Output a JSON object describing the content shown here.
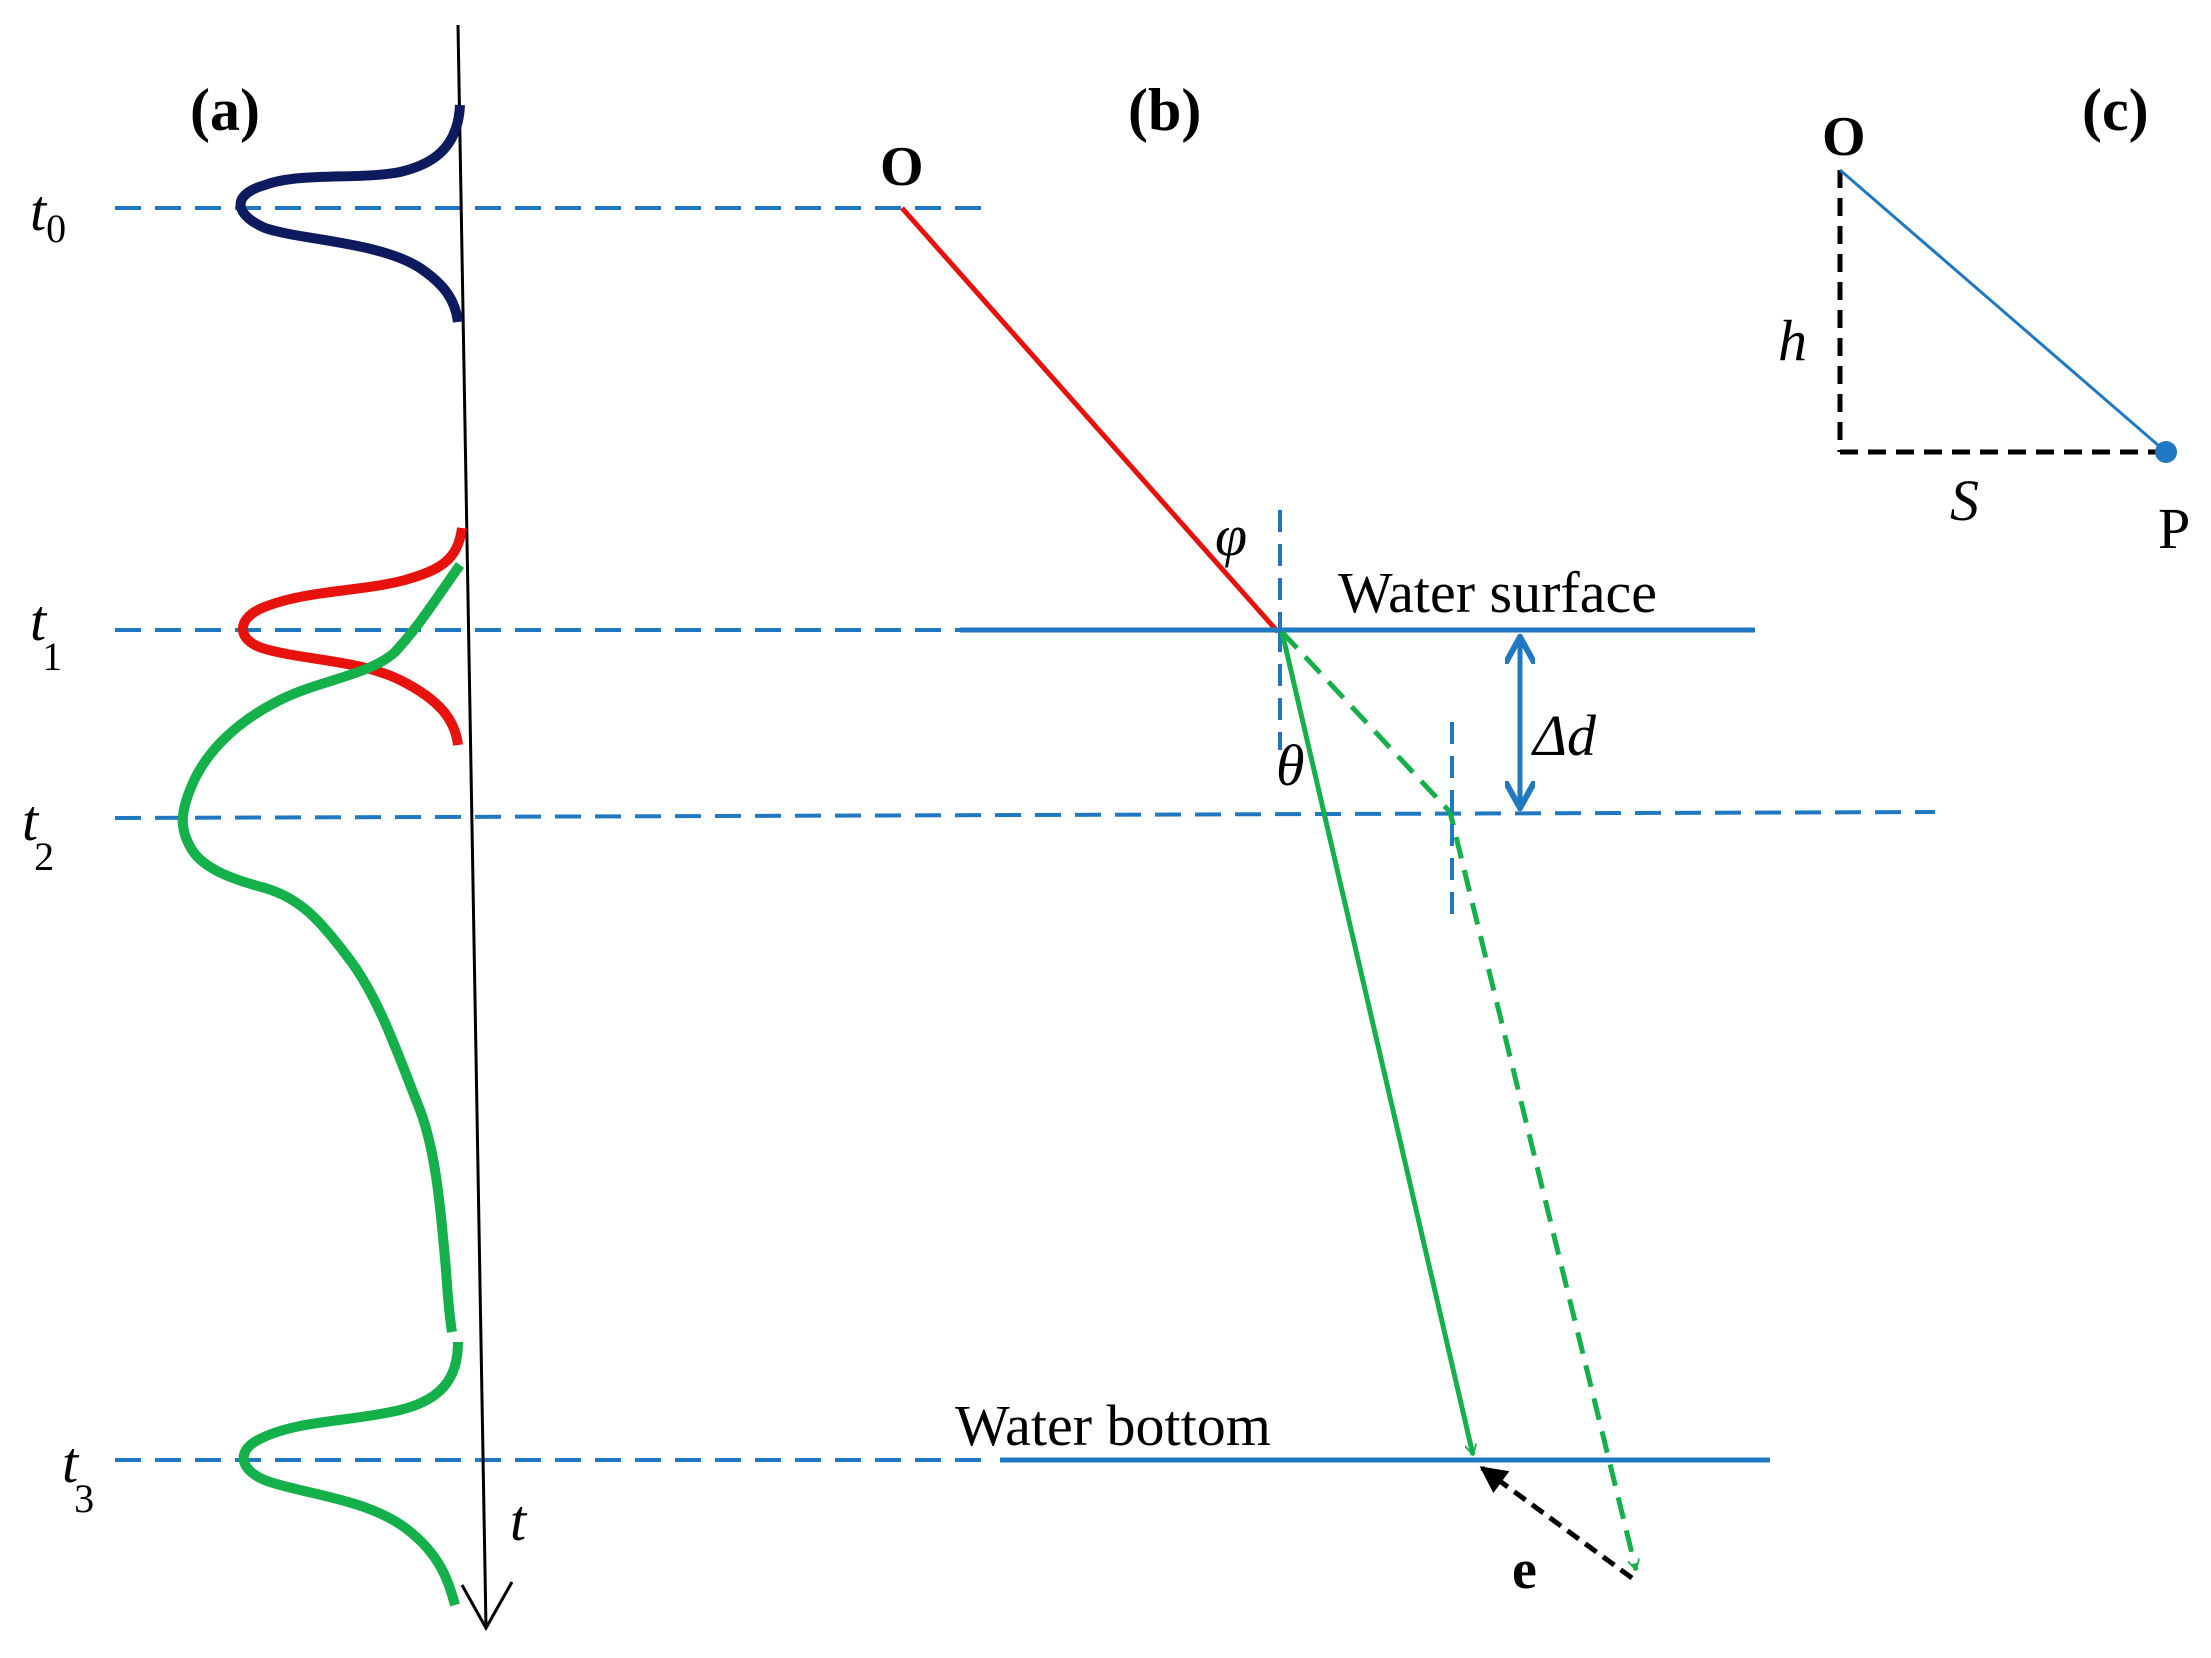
{
  "panels": {
    "a": "(a)",
    "b": "(b)",
    "c": "(c)"
  },
  "panel_a": {
    "time_labels": [
      {
        "sym": "t",
        "sub": "0"
      },
      {
        "sym": "t",
        "sub": "1"
      },
      {
        "sym": "t",
        "sub": "2"
      },
      {
        "sym": "t",
        "sub": "3"
      }
    ],
    "axis_label": "t",
    "waveform_colors": {
      "emitted": "#0d1b5e",
      "surface": "#e8120c",
      "bottom": "#14b04a"
    }
  },
  "panel_b": {
    "origin_label": "O",
    "angle_incidence": "φ",
    "angle_refraction": "θ",
    "water_surface_label": "Water surface",
    "water_bottom_label": "Water bottom",
    "depth_change_label": "Δd",
    "error_label": "e"
  },
  "panel_c": {
    "origin_label": "O",
    "point_label": "P",
    "height_label": "h",
    "distance_label": "S"
  },
  "colors": {
    "reference_blue": "#1f78c1",
    "laser_red": "#e8120c",
    "refracted_green": "#14b04a",
    "black": "#000000"
  }
}
